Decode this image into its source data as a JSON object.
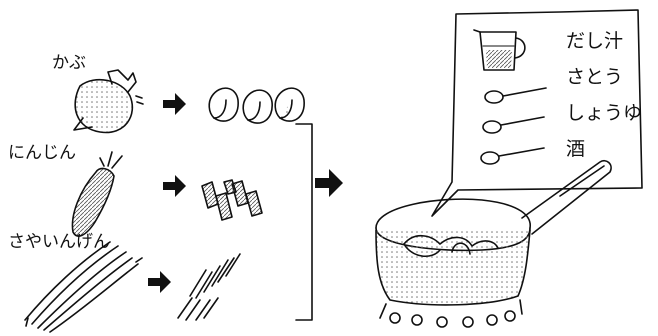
{
  "vegetables": [
    {
      "name": "かぶ"
    },
    {
      "name": "にんじん"
    },
    {
      "name": "さやいんげん"
    }
  ],
  "seasonings": [
    {
      "name": "だし汁",
      "icon": "measuring-cup-icon"
    },
    {
      "name": "さとう",
      "icon": "spoon-icon"
    },
    {
      "name": "しょうゆ",
      "icon": "spoon-icon"
    },
    {
      "name": "酒",
      "icon": "spoon-icon"
    }
  ],
  "colors": {
    "ink": "#111111",
    "shade": "#555555",
    "paper": "#ffffff"
  }
}
